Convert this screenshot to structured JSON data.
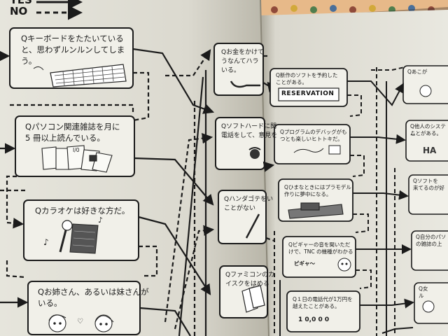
{
  "legend": {
    "yes_label": "YES",
    "no_label": "NO"
  },
  "left_page": {
    "q1": {
      "line1": "Qキーボードをたたいている",
      "line2": "と、思わずルンルンしてしま",
      "line3": "う。"
    },
    "q2": {
      "line1": "Qパソコン関連雑誌を月に",
      "line2": "5 冊以上読んでいる。",
      "mag_label": "I/0"
    },
    "q3": {
      "line1": "Qカラオケは好きな方だ。"
    },
    "q4": {
      "line1": "Qお姉さん、あるいは妹さんが",
      "line2": "いる。"
    }
  },
  "middle_column": {
    "q1": {
      "line1": "Qお金をかけて",
      "line2": "うなんてハラ",
      "line3": "いる。"
    },
    "q2": {
      "line1": "Qソフトハードに関",
      "line2": "電話をして、意見を"
    },
    "q3": {
      "line1": "Qハンダゴテをい",
      "line2": "ことがない"
    },
    "q4": {
      "line1": "Qファミコンのカ",
      "line2": "イスクをはめる"
    }
  },
  "right_page": {
    "c1": {
      "line1": "Q新作のソフトを予約した",
      "line2": "ことがある。",
      "sign": "RESERVATION"
    },
    "c2": {
      "line1": "Qプログラムのデバッグがも",
      "line2": "つとも楽しいヒトトキだ。"
    },
    "c3": {
      "line1": "Qひまなときにはプラモデル",
      "line2": "作りに夢中になる。"
    },
    "c4": {
      "line1": "Qピギャーの音を聞いただ",
      "line2": "けで、TNC の機種がわかる",
      "sfx": "ピギャ〜"
    },
    "c5": {
      "line1": "Q１日の電話代が1万円を",
      "line2": "越えたことがある。",
      "digits": "1 0,0 0 0"
    },
    "edge": {
      "e1": "Qあこが",
      "e2": "Q他人のシステム",
      "e2b": "ことがある。",
      "e3": "Qソフトを",
      "e3b": "来てるのが好",
      "e4": "Q自分のパソ",
      "e4b": "の雑誌の上",
      "e5": "Q女",
      "e5b": "ル",
      "hand_text": "HA"
    }
  },
  "palette": {
    "paper": "#ecebe3",
    "shade": "#cdcabd",
    "ink": "#1b1b1b",
    "dots": [
      "#8f4a3a",
      "#d2a93a",
      "#4f7e4e",
      "#4a6f9a"
    ]
  }
}
